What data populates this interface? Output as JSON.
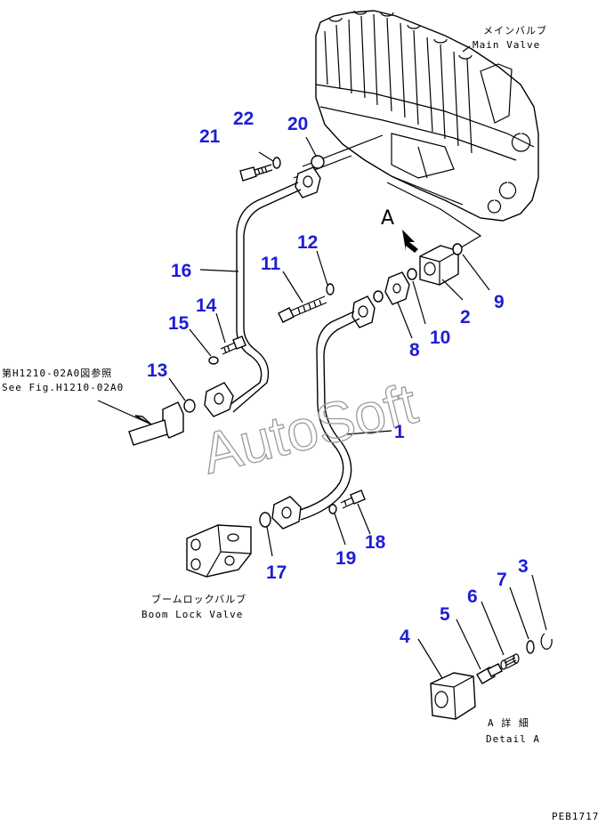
{
  "main_valve": {
    "label_jp": "メインバルブ",
    "label_en": "Main Valve"
  },
  "boom_lock_valve": {
    "label_jp": "ブームロックバルブ",
    "label_en": "Boom Lock Valve"
  },
  "reference": {
    "label_jp": "第H1210-02A0図参照",
    "label_en": "See Fig.H1210-02A0"
  },
  "view_marker": "A",
  "detail": {
    "label_jp": "A 詳 細",
    "label_en": "Detail A"
  },
  "drawing_code": "PEB1717",
  "watermark": "AutoSoft",
  "part_numbers": [
    "1",
    "2",
    "3",
    "4",
    "5",
    "6",
    "7",
    "8",
    "9",
    "10",
    "11",
    "12",
    "13",
    "14",
    "15",
    "16",
    "17",
    "18",
    "19",
    "20",
    "21",
    "22"
  ],
  "colors": {
    "callout": "#1d1dd6",
    "line": "#000000",
    "watermark": "#9a9a9a"
  }
}
